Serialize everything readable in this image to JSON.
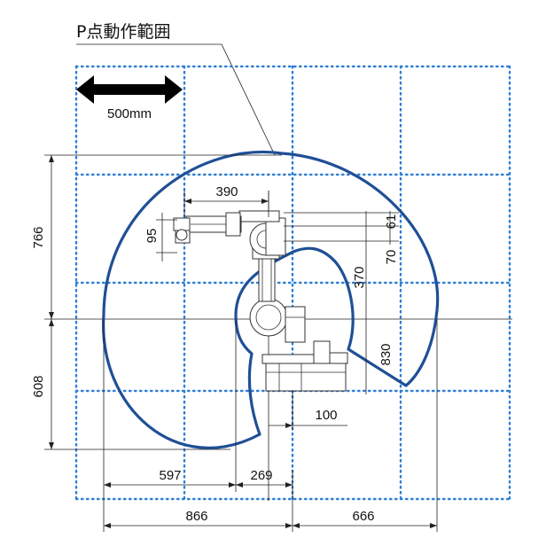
{
  "title": "P点動作範囲",
  "scale_label": "500mm",
  "dimensions": {
    "d390": "390",
    "d95": "95",
    "d766": "766",
    "d61": "61",
    "d70": "70",
    "d370": "370",
    "d830": "830",
    "d608": "608",
    "d100": "100",
    "d597": "597",
    "d269": "269",
    "d866": "866",
    "d666": "666"
  },
  "colors": {
    "grid": "#2f7fd6",
    "envelope": "#1f4f96",
    "lines": "#222222"
  }
}
